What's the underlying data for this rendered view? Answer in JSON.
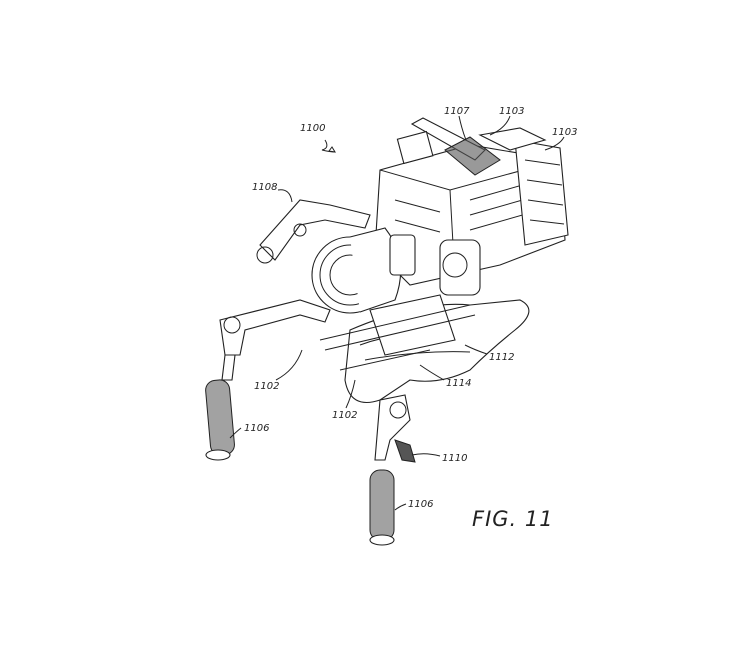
{
  "figure": {
    "title": "FIG. 11",
    "reference_numerals": {
      "assembly": "1100",
      "top_handle": "1107",
      "module_top": "1103",
      "module_side": "1103",
      "arm": "1108",
      "rod_left": "1102",
      "rod_center": "1102",
      "shoulder_pad": "1112",
      "baseplate": "1114",
      "grip_left": "1106",
      "grip_right": "1106",
      "trigger": "1110"
    }
  }
}
